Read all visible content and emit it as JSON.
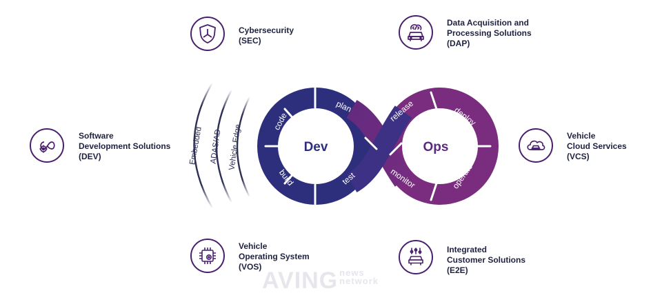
{
  "colors": {
    "navy": "#2d2f7d",
    "purple": "#7a2c7f",
    "icon": "#4a1f6e",
    "text": "#1e2240"
  },
  "solutions": [
    {
      "id": "sec",
      "icon": "shield-icon",
      "lines": [
        "Cybersecurity",
        "(SEC)"
      ]
    },
    {
      "id": "dap",
      "icon": "car-code-icon",
      "lines": [
        "Data Acquisition and",
        "Processing Solutions",
        "(DAP)"
      ]
    },
    {
      "id": "dev",
      "icon": "dev-gear-icon",
      "lines": [
        "Software",
        "Development Solutions",
        "(DEV)"
      ]
    },
    {
      "id": "vcs",
      "icon": "car-cloud-icon",
      "lines": [
        "Vehicle",
        "Cloud Services",
        "(VCS)"
      ]
    },
    {
      "id": "vos",
      "icon": "chip-gear-icon",
      "lines": [
        "Vehicle",
        "Operating System",
        "(VOS)"
      ]
    },
    {
      "id": "e2e",
      "icon": "car-controls-icon",
      "lines": [
        "Integrated",
        "Customer Solutions",
        "(E2E)"
      ]
    }
  ],
  "loop": {
    "dev_label": "Dev",
    "ops_label": "Ops",
    "stages": [
      "code",
      "plan",
      "release",
      "deploy",
      "operate",
      "monitor",
      "test",
      "build"
    ]
  },
  "layers": [
    "Embedded",
    "ADAS/AD",
    "Vehicle Edge"
  ],
  "watermark": {
    "main": "AVING",
    "news": "news",
    "network": "network"
  }
}
